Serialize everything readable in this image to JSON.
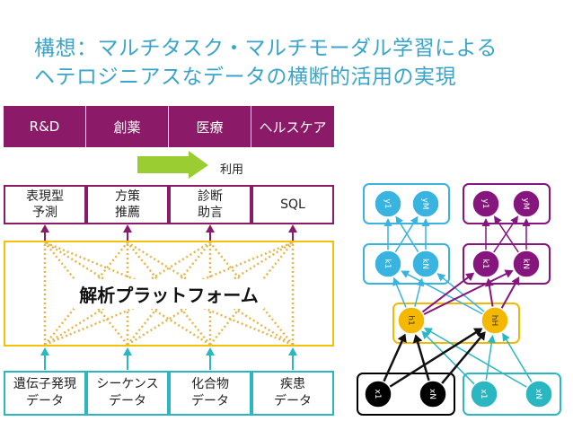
{
  "title": {
    "line1": "構想：マルチタスク・マルチモーダル学習による",
    "line2": "ヘテロジニアスなデータの横断的活用の実現"
  },
  "domains": [
    "R&D",
    "創薬",
    "医療",
    "ヘルスケア"
  ],
  "use_label": "利用",
  "functions": [
    "表現型\n予測",
    "方策\n推薦",
    "診断\n助言",
    "SQL"
  ],
  "platform": "解析プラットフォーム",
  "data_sources": [
    "遺伝子発現\nデータ",
    "シーケンス\nデータ",
    "化合物\nデータ",
    "疾患\nデータ"
  ],
  "network": {
    "outputs_a": [
      "y1",
      "yM"
    ],
    "outputs_b": [
      "y1",
      "yM"
    ],
    "task_a": [
      "k1",
      "kN"
    ],
    "task_b": [
      "k1",
      "kN"
    ],
    "shared": [
      "h1",
      "hH"
    ],
    "inputs_a": [
      "x1",
      "xN"
    ],
    "inputs_b": [
      "x1",
      "xN"
    ]
  },
  "colors": {
    "title": "#3aa5c9",
    "domain_fill": "#8b1a68",
    "function_border": "#8b1a68",
    "data_border": "#2bb7c2",
    "platform_border": "#f3c10b",
    "arrow": "#9acd32",
    "node_blue": "#39b3e0",
    "node_purple": "#86167e",
    "node_gold": "#f5b800",
    "node_teal": "#2bb7c2",
    "input_a_border": "#000000"
  }
}
